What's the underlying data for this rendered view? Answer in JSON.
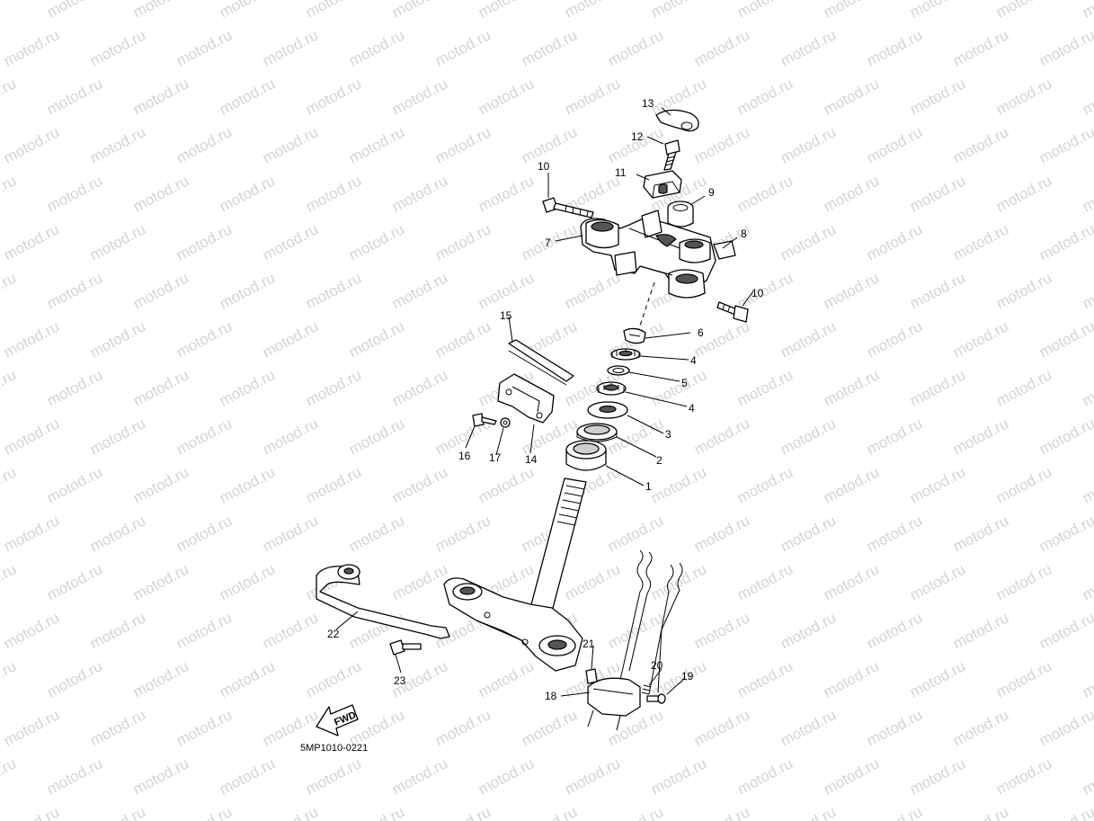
{
  "watermark": "motod.ru",
  "reference_code": "5MP1010-0221",
  "fwd_label": "FWD",
  "callouts": [
    "13",
    "12",
    "11",
    "10",
    "9",
    "8",
    "7",
    "10",
    "6",
    "4",
    "5",
    "4",
    "3",
    "2",
    "1",
    "15",
    "16",
    "17",
    "14",
    "22",
    "23",
    "21",
    "20",
    "19",
    "18"
  ]
}
